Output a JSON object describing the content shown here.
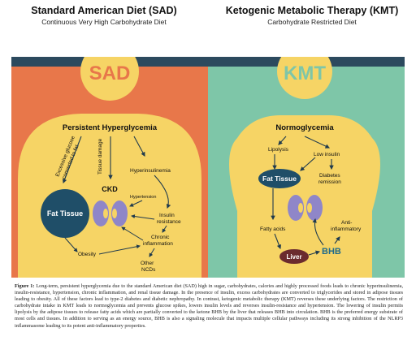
{
  "left": {
    "title": "Standard American Diet (SAD)",
    "subtitle": "Continuous Very High Carbohydrate Diet",
    "abbr": "SAD",
    "heading": "Persistent Hyperglycemia",
    "labels": {
      "excess_glucose_1": "Excessive glucose",
      "excess_glucose_2": "converted to fat",
      "tissue_damage": "Tissue damage",
      "hyperinsulinemia": "Hyperinsulinemia",
      "fat_tissue": "Fat Tissue",
      "ckd": "CKD",
      "hypertension": "Hypertension",
      "insulin_resistance_1": "Insulin",
      "insulin_resistance_2": "resistance",
      "chronic_inflammation_1": "Chronic",
      "chronic_inflammation_2": "inflammation",
      "obesity": "Obesity",
      "other_ncds_1": "Other",
      "other_ncds_2": "NCDs"
    }
  },
  "right": {
    "title": "Ketogenic Metabolic Therapy (KMT)",
    "subtitle": "Carbohydrate Restricted Diet",
    "abbr": "KMT",
    "heading": "Normoglycemia",
    "labels": {
      "lipolysis": "Lipolysis",
      "low_insulin": "Low insulin",
      "fat_tissue": "Fat Tissue",
      "diabetes_remission_1": "Diabetes",
      "diabetes_remission_2": "remission",
      "fatty_acids": "Fatty acids",
      "anti_inflammatory_1": "Anti-",
      "anti_inflammatory_2": "inflammatory",
      "liver": "Liver",
      "bhb": "BHB"
    }
  },
  "caption": {
    "label": "Figure 1:",
    "text": " Long-term, persistent hyperglycemia due to the standard American diet (SAD) high in sugar, carbohydrates, calories and highly processed foods leads to chronic hyperinsulinemia, insulin-resistance, hypertension, chronic inflammation, and renal tissue damage. In the presence of insulin, excess carbohydrates are converted to triglycerides and stored in adipose tissues leading to obesity. All of these factors lead to type-2 diabetes and diabetic nephropathy. In contrast, ketogenic metabolic therapy (KMT) reverses these underlying factors. The restriction of carbohydrate intake in KMT leads to normoglycemia and prevents glucose spikes, lowers insulin levels and reverses insulin-resistance and hypertension. The lowering of insulin permits lipolysis by the adipose tissues to release fatty acids which are partially converted to the ketone BHB by the liver that releases BHB into circulation. BHB is the preferred energy substrate of most cells and tissues. In addition to serving as an energy source, BHB is also a signaling molecule that impacts multiple cellular pathways including its strong inhibition of the NLRP3 inflammasome leading to its potent anti-inflammatory properties."
  },
  "colors": {
    "banner": "#2c4a5e",
    "sad_bg": "#e8774a",
    "kmt_bg": "#7ec6a8",
    "body": "#f6d465",
    "abbr_text": "#e8774a",
    "fat_tissue": "#1f4e68",
    "liver": "#6b2b2e",
    "bhb_text": "#1f6a8a",
    "kidney": "#8f86c8"
  }
}
